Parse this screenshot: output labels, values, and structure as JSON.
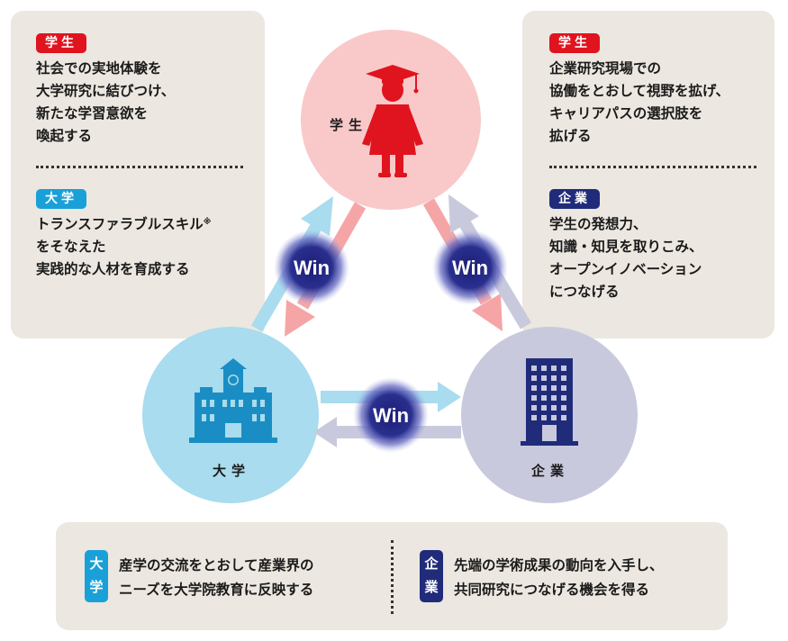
{
  "top_left": {
    "student_tag": "学生",
    "student_text": "社会での実地体験を\n大学研究に結びつけ、\n新たな学習意欲を\n喚起する",
    "university_tag": "大学",
    "university_text_line1": "トランスファラブルスキル",
    "university_note_mark": "※",
    "university_text_rest": "をそなえた\n実践的な人材を育成する"
  },
  "top_right": {
    "student_tag": "学生",
    "student_text": "企業研究現場での\n協働をとおして視野を拡げ、\nキャリアパスの選択肢を\n拡げる",
    "company_tag": "企業",
    "company_text": "学生の発想力、\n知識・知見を取りこみ、\nオープンイノベーション\nにつなげる"
  },
  "circles": {
    "student_label": "学生",
    "university_label": "大学",
    "company_label": "企業"
  },
  "win_labels": [
    "Win",
    "Win",
    "Win"
  ],
  "bottom": {
    "university_tag_chars": [
      "大",
      "学"
    ],
    "university_text": "産学の交流をとおして産業界の\nニーズを大学院教育に反映する",
    "company_tag_chars": [
      "企",
      "業"
    ],
    "company_text": "先端の学術成果の動向を入手し、\n共同研究につなげる機会を得る"
  },
  "colors": {
    "student_circle": "#f9c9c9",
    "university_circle": "#a8dcee",
    "company_circle": "#c9c9de",
    "red_accent": "#e0141e",
    "blue_accent": "#1aa0d8",
    "navy_accent": "#202c7a",
    "panel_bg": "#ece7e0"
  }
}
